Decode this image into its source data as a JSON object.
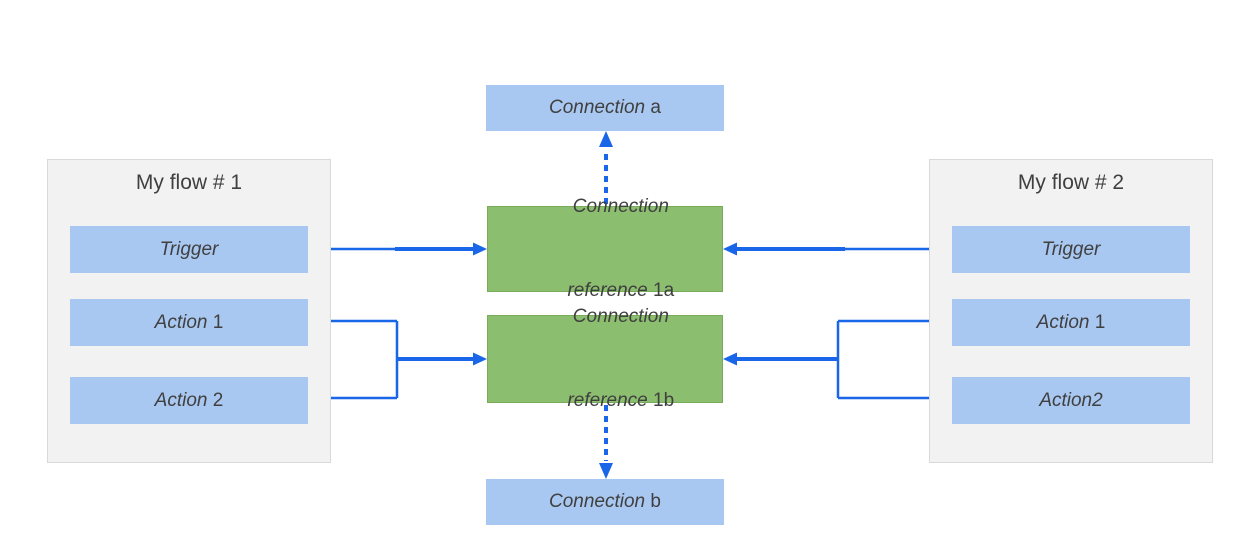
{
  "colors": {
    "arrow_blue": "#1A66E8",
    "node_blue": "#A9C8F1",
    "reference_green": "#8CBE6F",
    "reference_green_border": "#79AC58",
    "container_gray": "#F2F2F2",
    "container_border": "#D9D9D9",
    "text": "#404040"
  },
  "flow1": {
    "title": "My flow # 1",
    "nodes": [
      {
        "em": "Trigger",
        "plain": ""
      },
      {
        "em": "Action",
        "plain": " 1"
      },
      {
        "em": "Action",
        "plain": " 2"
      }
    ]
  },
  "flow2": {
    "title": "My flow # 2",
    "nodes": [
      {
        "em": "Trigger",
        "plain": ""
      },
      {
        "em": "Action",
        "plain": " 1"
      },
      {
        "em": "Action2",
        "plain": ""
      }
    ]
  },
  "references": [
    {
      "line1_em": "Connection",
      "line2_em": "reference",
      "line2_plain": " 1a"
    },
    {
      "line1_em": "Connection",
      "line2_em": "reference",
      "line2_plain": " 1b"
    }
  ],
  "connections": [
    {
      "em": "Connection",
      "plain": " a"
    },
    {
      "em": "Connection",
      "plain": " b"
    }
  ]
}
